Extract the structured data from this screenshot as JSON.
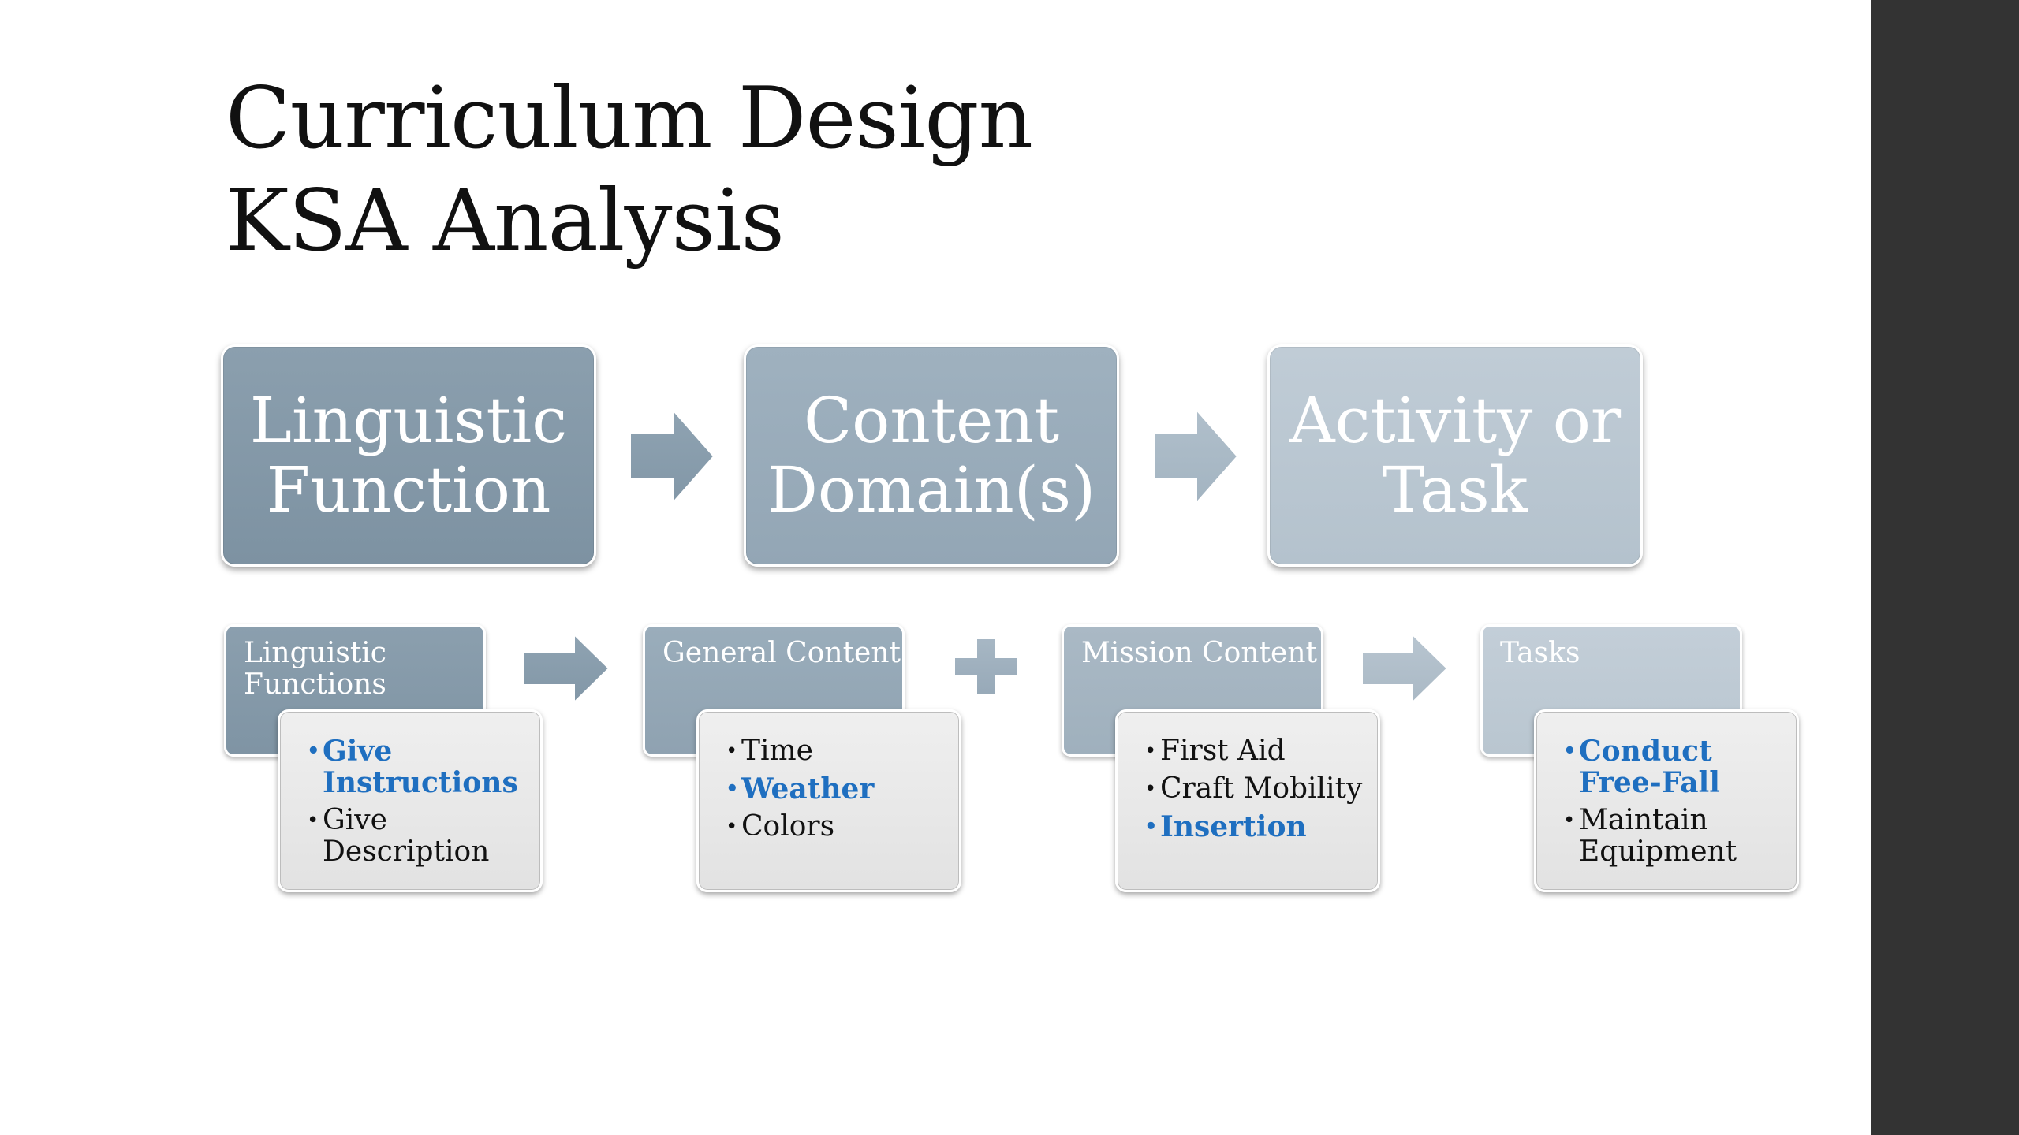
{
  "slide": {
    "title_lines": [
      "Curriculum Design",
      "KSA Analysis"
    ],
    "top_flow": [
      {
        "label": "Linguistic\nFunction"
      },
      {
        "label": "Content\nDomain(s)"
      },
      {
        "label": "Activity or\nTask"
      }
    ],
    "categories": [
      {
        "label": "Linguistic\nFunctions",
        "items": [
          {
            "text": "Give Instructions",
            "highlight": true
          },
          {
            "text": "Give Description",
            "highlight": false
          }
        ]
      },
      {
        "label": "General Content",
        "items": [
          {
            "text": "Time",
            "highlight": false
          },
          {
            "text": "Weather",
            "highlight": true
          },
          {
            "text": "Colors",
            "highlight": false
          }
        ]
      },
      {
        "label": "Mission Content",
        "items": [
          {
            "text": "First Aid",
            "highlight": false
          },
          {
            "text": "Craft Mobility",
            "highlight": false
          },
          {
            "text": "Insertion",
            "highlight": true
          }
        ]
      },
      {
        "label": "Tasks",
        "items": [
          {
            "text": "Conduct Free-Fall",
            "highlight": true
          },
          {
            "text": "Maintain Equipment",
            "highlight": false
          }
        ]
      }
    ],
    "connectors": [
      "arrow-icon",
      "arrow-icon",
      "plus-icon",
      "arrow-icon"
    ],
    "highlight_color": "#1f6fc0",
    "sidebar_color": "#333333"
  }
}
